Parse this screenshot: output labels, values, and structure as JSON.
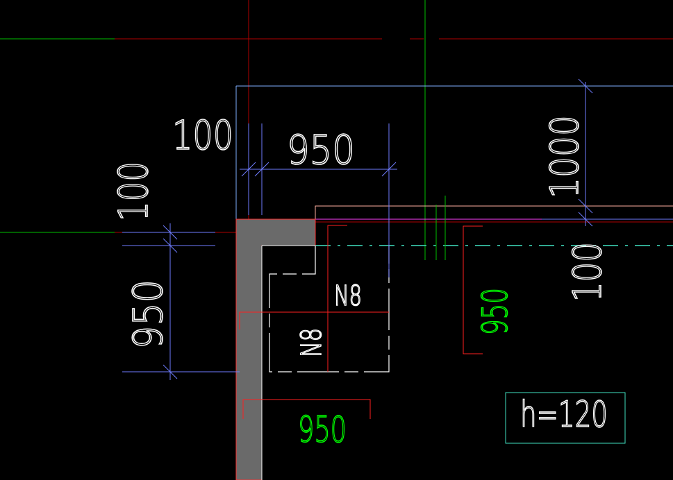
{
  "drawing": {
    "dimensions": {
      "top_gap": "100",
      "top_span": "950",
      "left_gap": "100",
      "left_span": "950",
      "right_depth": "1000",
      "right_gap": "100"
    },
    "rebar_labels": {
      "top": "N8",
      "left": "N8",
      "right_length": "950",
      "bottom_length": "950"
    },
    "slab_thickness": "h=120",
    "colors": {
      "background": "#000000",
      "dimension_line": "#6f7dff",
      "axis_green": "#00ff00",
      "axis_red": "#b00000",
      "rebar_red": "#ff2020",
      "wall_fill": "#6a6a6a",
      "outline_white": "#ffffff",
      "slab_cyan": "#7fb0ff",
      "magenta": "#ff40ff",
      "salmon": "#ffb0a0",
      "box_cyan": "#40e0c0"
    }
  }
}
